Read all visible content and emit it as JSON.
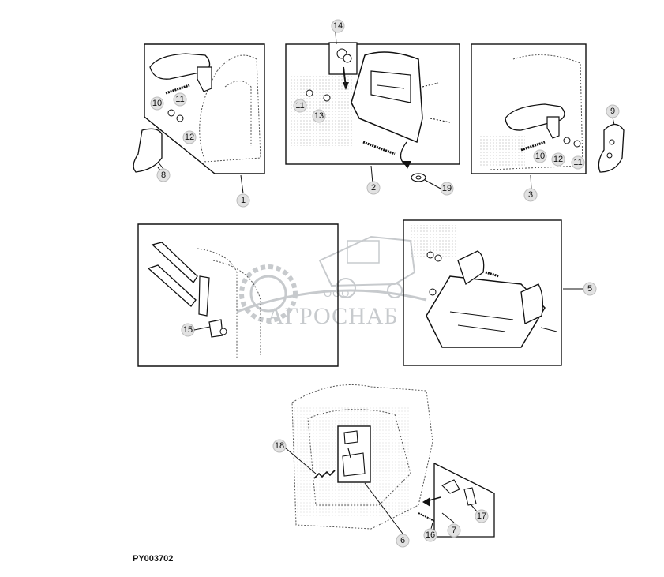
{
  "doc_id": "PY003702",
  "watermark": {
    "company_prefix": "ООО",
    "company_name": "АГРОСНАБ"
  },
  "callouts": {
    "c1": "1",
    "c2": "2",
    "c3": "3",
    "c5": "5",
    "c6": "6",
    "c7": "7",
    "c8": "8",
    "c9": "9",
    "c10a": "10",
    "c10b": "10",
    "c11a": "11",
    "c11b": "11",
    "c11c": "11",
    "c12a": "12",
    "c12b": "12",
    "c13": "13",
    "c14": "14",
    "c15": "15",
    "c16": "16",
    "c17": "17",
    "c18": "18",
    "c19": "19"
  },
  "colors": {
    "line": "#111111",
    "dotted": "#555555",
    "callout_fill": "#e2e2e2",
    "watermark": "#9aa0a6"
  }
}
